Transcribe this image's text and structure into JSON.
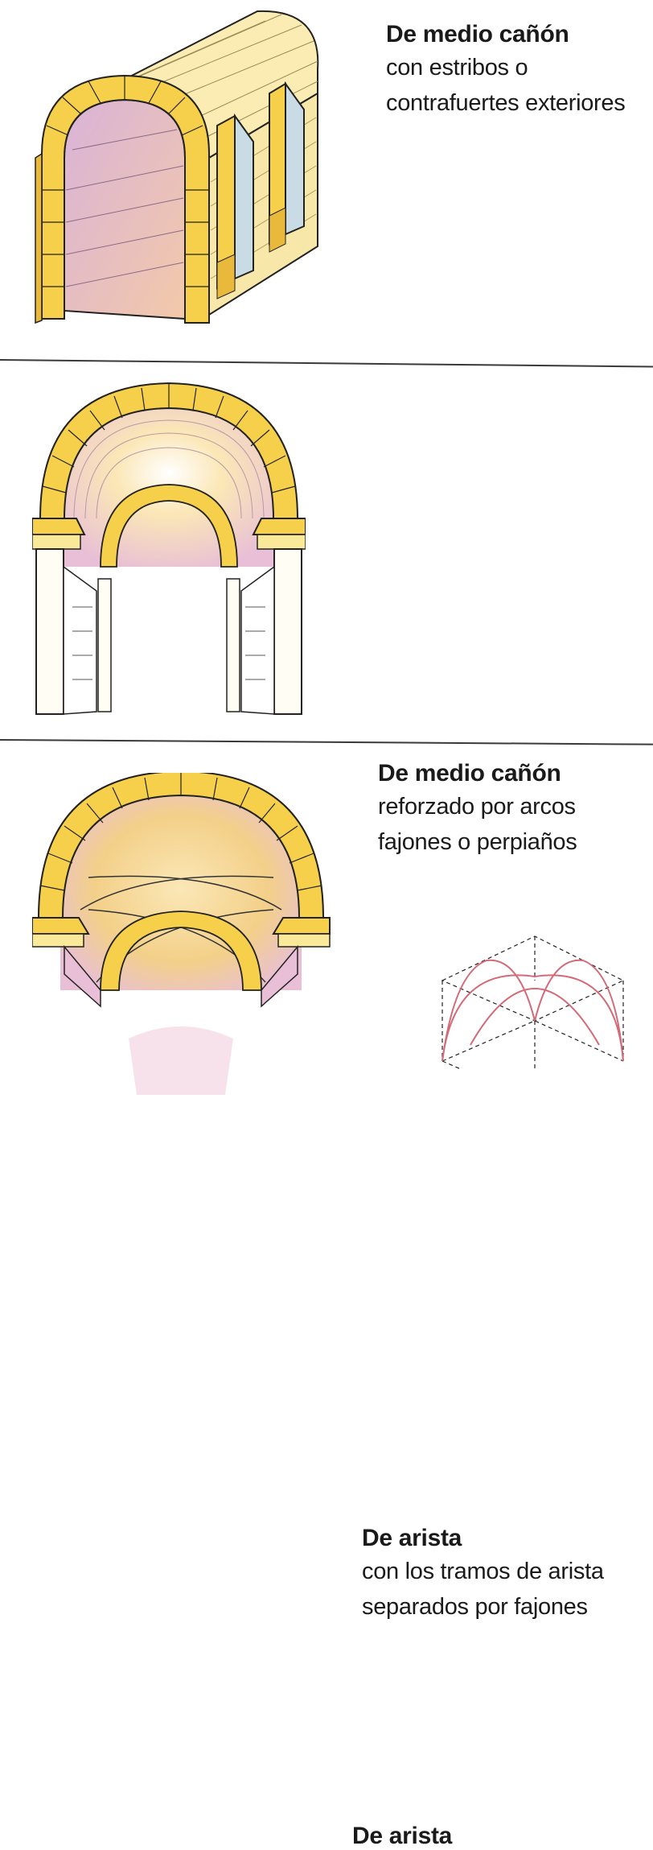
{
  "sections": [
    {
      "title": "De medio cañón",
      "lines": [
        "con estribos o",
        "contrafuertes exteriores"
      ]
    },
    {
      "title": "De medio cañón",
      "lines": [
        "reforzado por arcos",
        "fajones o perpiaños"
      ]
    },
    {
      "title": "De arista",
      "lines": [
        "con los tramos de arista",
        "separados por fajones"
      ]
    }
  ],
  "groin_diagram_label": "De arista",
  "colors": {
    "stone_yellow": "#f6d04a",
    "stone_light": "#fbe99a",
    "vault_pink": "#e8bfd6",
    "pier_blue": "#c9dce6",
    "groin_curve": "#d36a78",
    "outline": "#222222"
  }
}
